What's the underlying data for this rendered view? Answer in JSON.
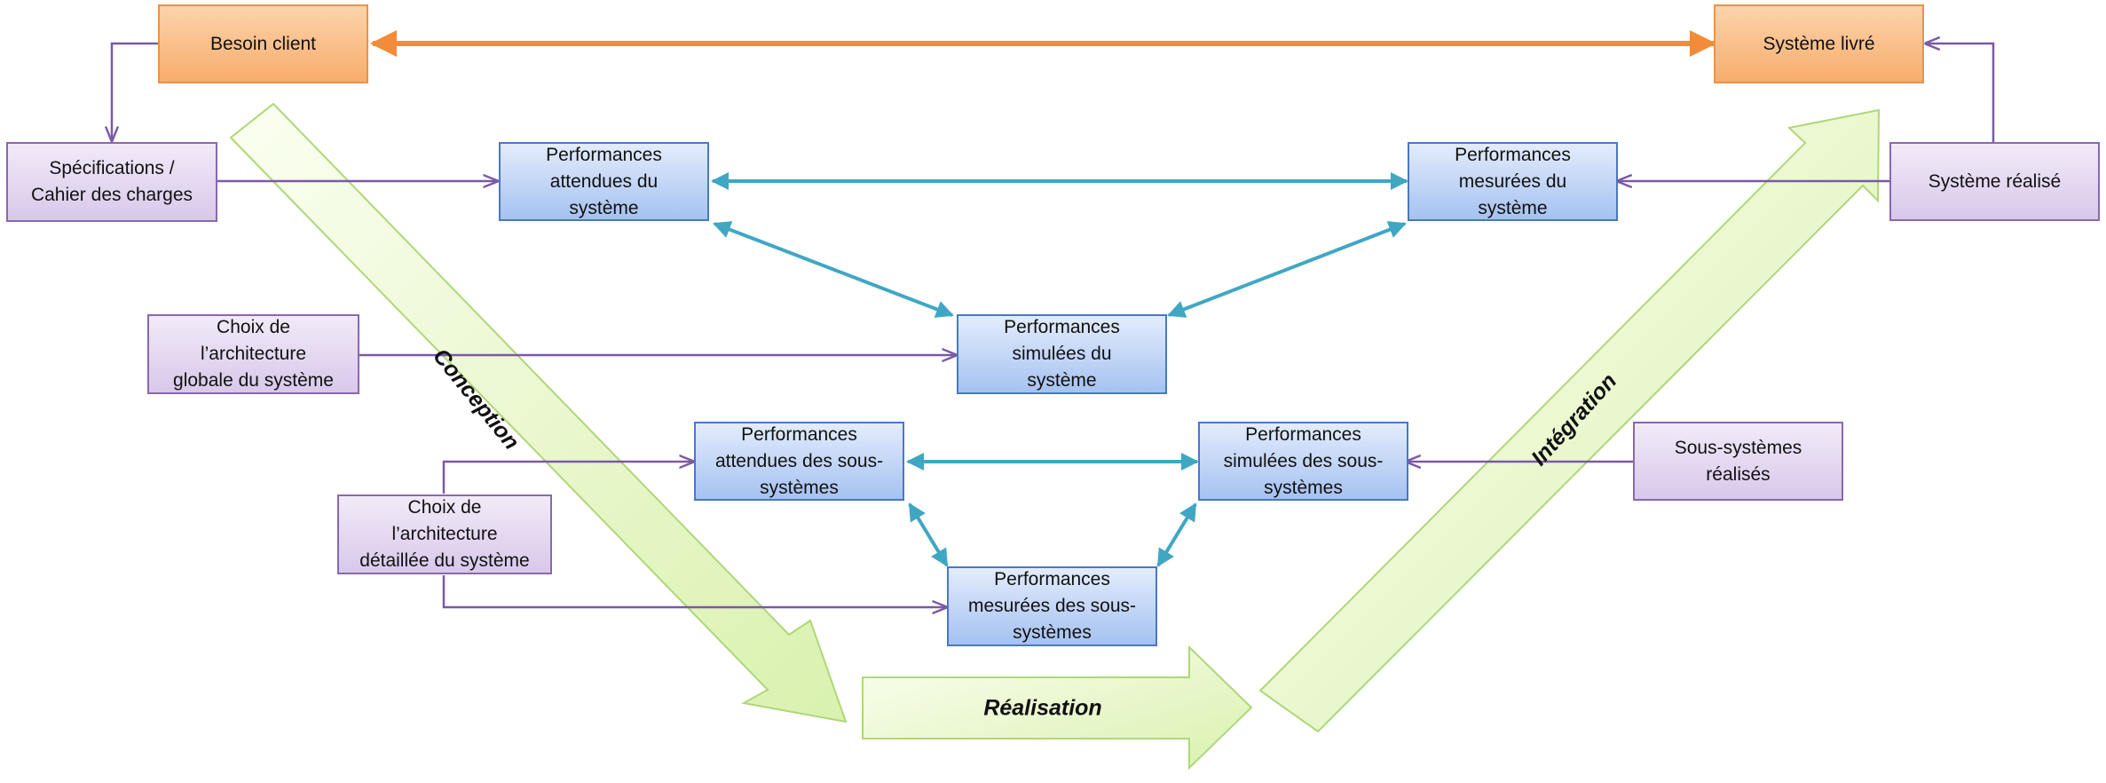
{
  "boxes": {
    "besoin_client": "Besoin client",
    "systeme_livre": "Système livré",
    "specifications": "Spécifications /\nCahier des charges",
    "systeme_realise": "Système réalisé",
    "perf_attendues_systeme": "Performances\nattendues du\nsystème",
    "perf_mesurees_systeme": "Performances\nmesurées du\nsystème",
    "perf_simulees_systeme": "Performances\nsimulées du\nsystème",
    "choix_architecture_globale": "Choix de\nl’architecture\nglobale du système",
    "perf_attendues_sous_systemes": "Performances\nattendues des sous-\nsystèmes",
    "perf_simulees_sous_systemes": "Performances\nsimulées des sous-\nsystèmes",
    "sous_systemes_realises": "Sous-systèmes\nréalisés",
    "choix_architecture_detaillee": "Choix de\nl’architecture\ndétaillée du système",
    "perf_mesurees_sous_systemes": "Performances\nmesurées des sous-\nsystèmes"
  },
  "bands": {
    "conception": "Conception",
    "realisation": "Réalisation",
    "integration": "Intégration"
  },
  "colors": {
    "orange_arrow": "#f28c38",
    "teal_arrow": "#3fa7c4",
    "purple_arrow": "#7a5aa6",
    "band_fill": "#e9f8c6",
    "band_stroke": "#a7d36b"
  }
}
